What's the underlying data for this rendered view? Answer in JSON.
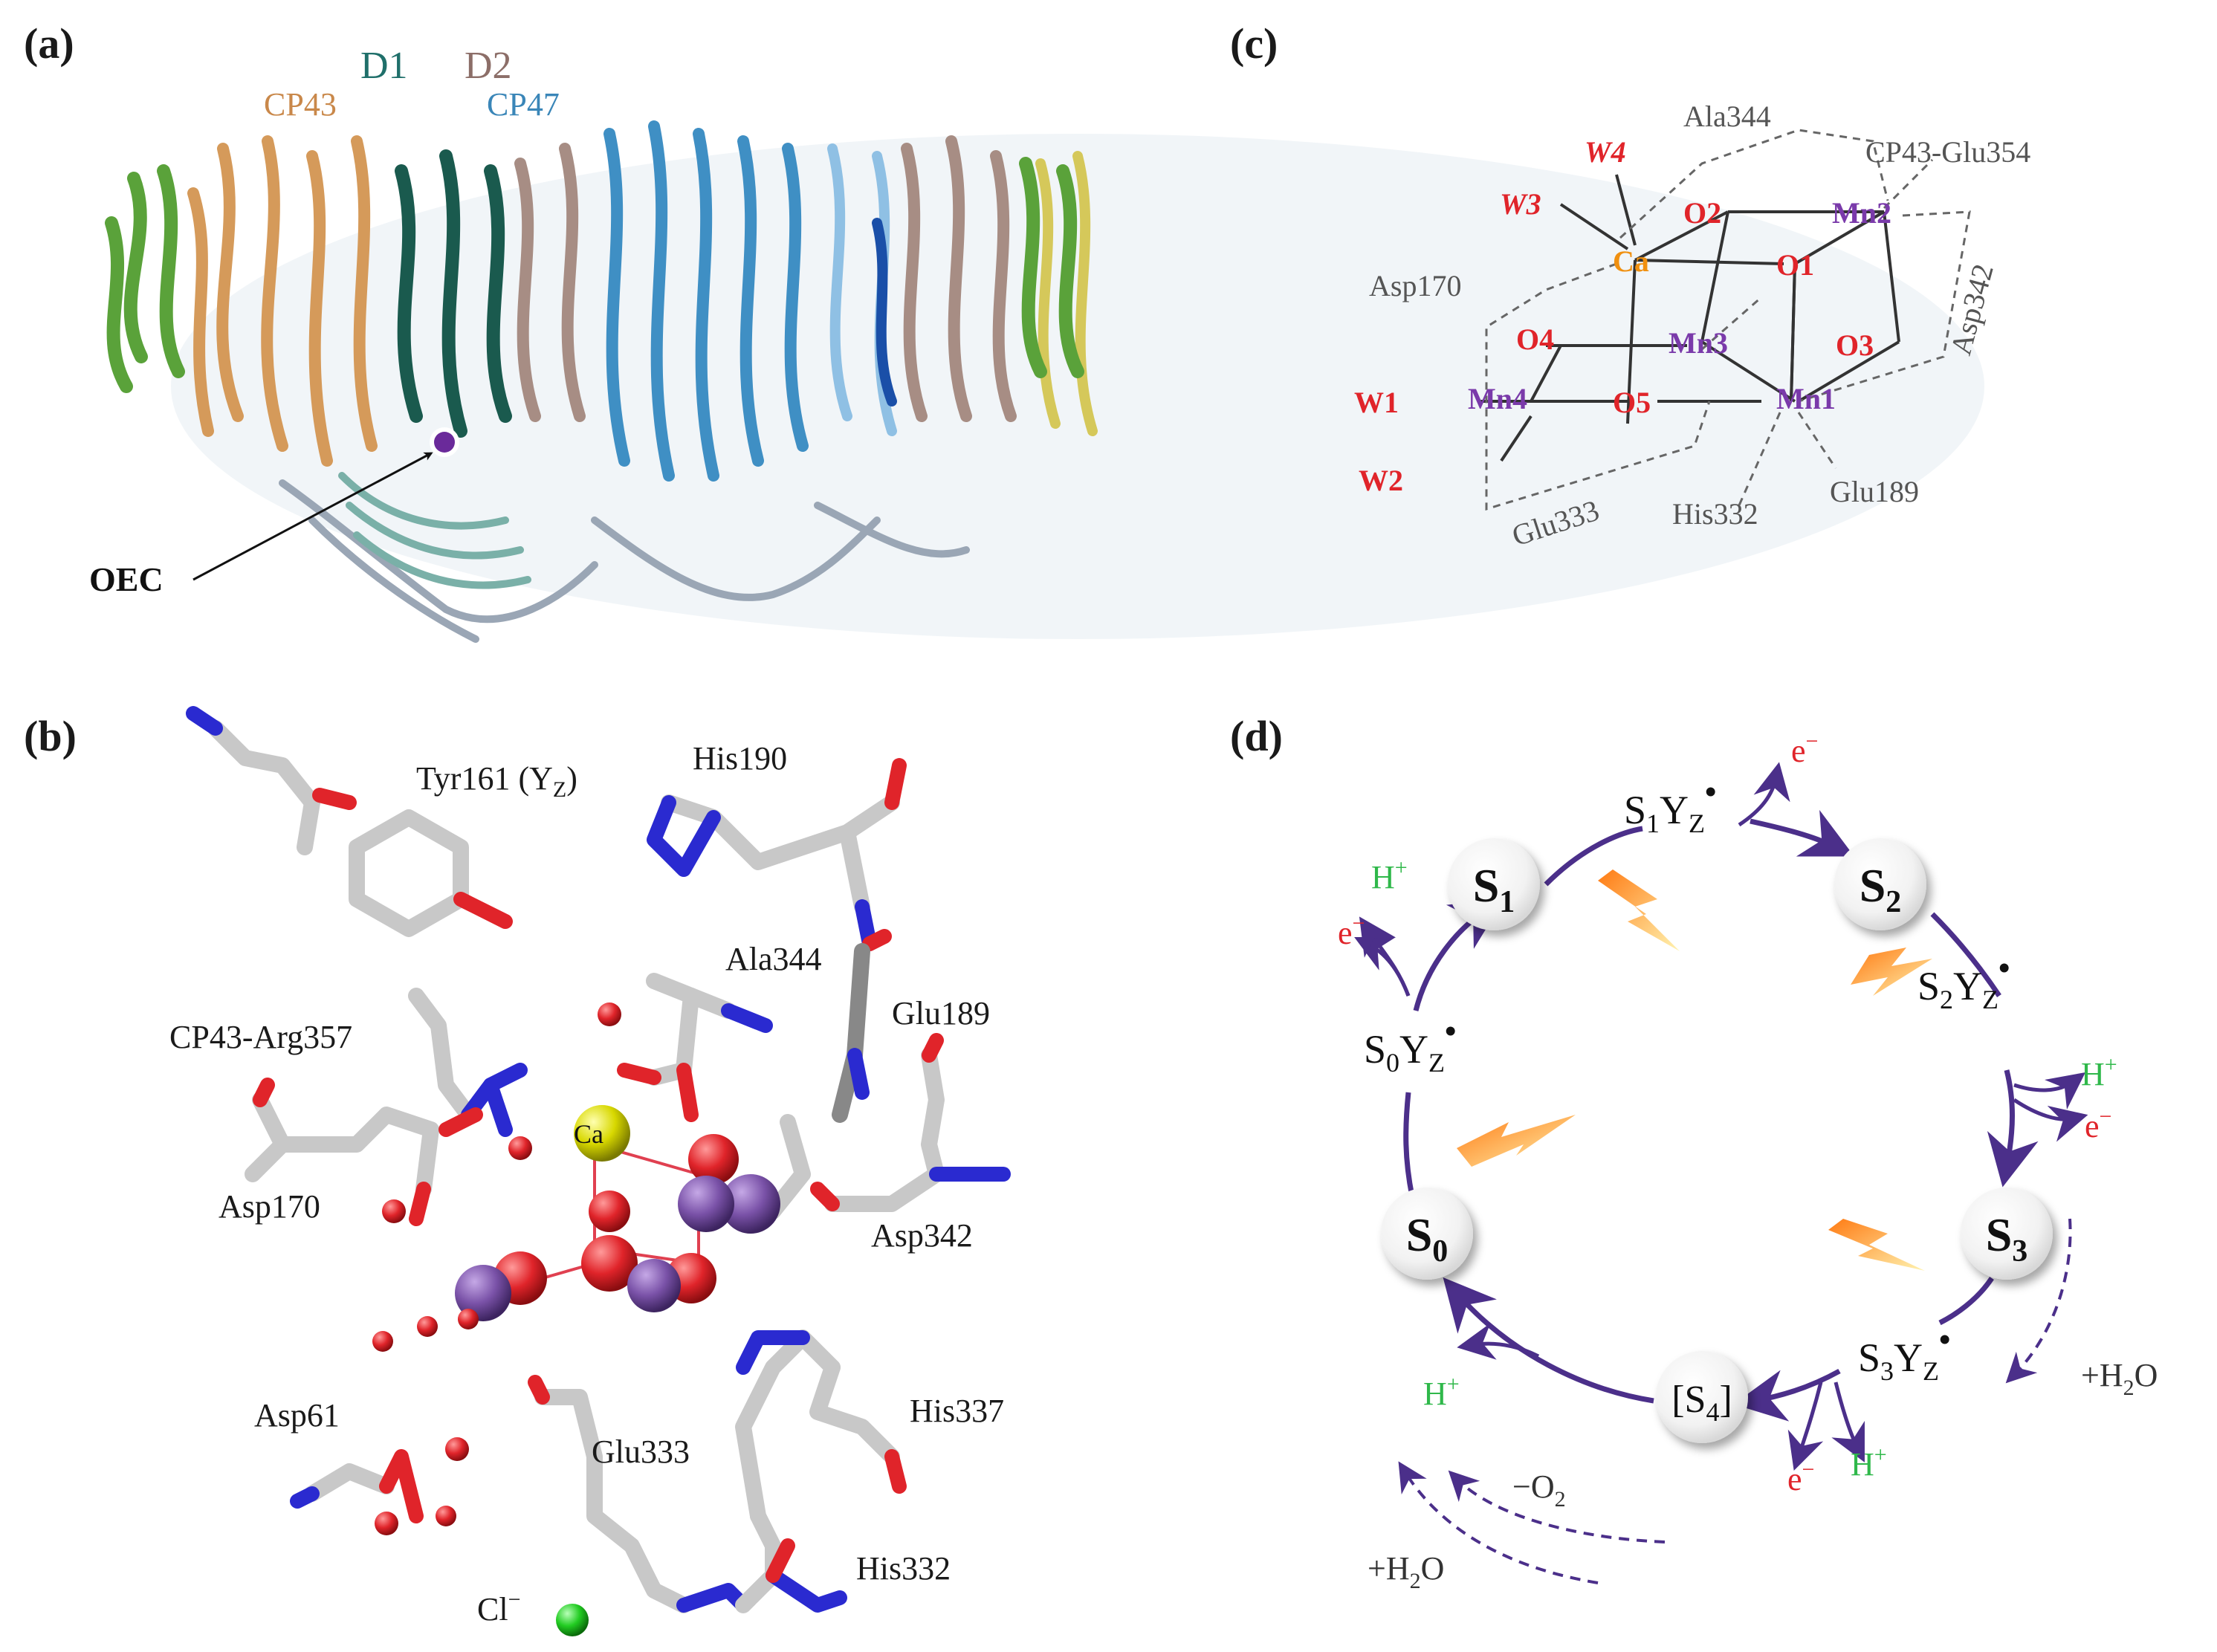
{
  "panel_a": {
    "label": "(a)",
    "subunit_labels": {
      "d1": "D1",
      "d2": "D2",
      "cp43": "CP43",
      "cp47": "CP47"
    },
    "oec_label": "OEC",
    "colors": {
      "d1": "#1f6f6a",
      "d2": "#8c6e68",
      "cp43": "#c9884a",
      "cp47": "#3a86b8",
      "oec_dot": "#6a2a9a"
    }
  },
  "panel_b": {
    "label": "(b)",
    "residues": {
      "tyr161": "Tyr161 (Y",
      "tyr161_sub": "Z",
      "tyr161_close": ")",
      "his190": "His190",
      "ala344": "Ala344",
      "glu189": "Glu189",
      "cp43_arg357": "CP43-Arg357",
      "asp170": "Asp170",
      "ca": "Ca",
      "asp342": "Asp342",
      "asp61": "Asp61",
      "glu333": "Glu333",
      "his337": "His337",
      "cl": "Cl",
      "cl_sup": "−",
      "his332": "His332"
    },
    "colors": {
      "carbon": "#c8c8c8",
      "oxygen": "#e0242a",
      "nitrogen": "#2a2ad0",
      "calcium": "#d8d800",
      "manganese": "#7a52a8",
      "chloride": "#22cc22"
    }
  },
  "panel_c": {
    "label": "(c)",
    "atoms": {
      "w1": "W1",
      "w2": "W2",
      "w3": "W3",
      "w4": "W4",
      "ca": "Ca",
      "o1": "O1",
      "o2": "O2",
      "o3": "O3",
      "o4": "O4",
      "o5": "O5",
      "mn1": "Mn1",
      "mn2": "Mn2",
      "mn3": "Mn3",
      "mn4": "Mn4"
    },
    "ligands": {
      "ala344": "Ala344",
      "cp43_glu354": "CP43-Glu354",
      "asp170": "Asp170",
      "asp342": "Asp342",
      "glu333": "Glu333",
      "his332": "His332",
      "glu189": "Glu189"
    },
    "colors": {
      "water": "#e0242a",
      "oxygen": "#e0242a",
      "manganese": "#7a3aaa",
      "calcium": "#f09010",
      "ligand": "#555555"
    }
  },
  "panel_d": {
    "label": "(d)",
    "states": {
      "s0": "S",
      "s0_sub": "0",
      "s1": "S",
      "s1_sub": "1",
      "s2": "S",
      "s2_sub": "2",
      "s3": "S",
      "s3_sub": "3",
      "s4": "[S",
      "s4_sub": "4",
      "s4_close": "]"
    },
    "intermediates": {
      "s1yz": {
        "s": "S",
        "n": "1",
        "y": "Y",
        "z": "Z",
        "rad": "•"
      },
      "s2yz": {
        "s": "S",
        "n": "2",
        "y": "Y",
        "z": "Z",
        "rad": "•"
      },
      "s3yz": {
        "s": "S",
        "n": "3",
        "y": "Y",
        "z": "Z",
        "rad": "•"
      },
      "s0yz": {
        "s": "S",
        "n": "0",
        "y": "Y",
        "z": "Z",
        "rad": "•"
      }
    },
    "products": {
      "e": "e",
      "e_sup": "−",
      "h": "H",
      "h_sup": "+",
      "water_plus": "+H",
      "water_sub": "2",
      "water_o": "O",
      "o2_minus": "−O",
      "o2_sub": "2"
    },
    "colors": {
      "arrow": "#4b2f8a",
      "proton": "#2fb84a",
      "electron": "#e0242a",
      "flash_start": "#ff8a1a",
      "flash_end": "#fff2a8"
    }
  }
}
